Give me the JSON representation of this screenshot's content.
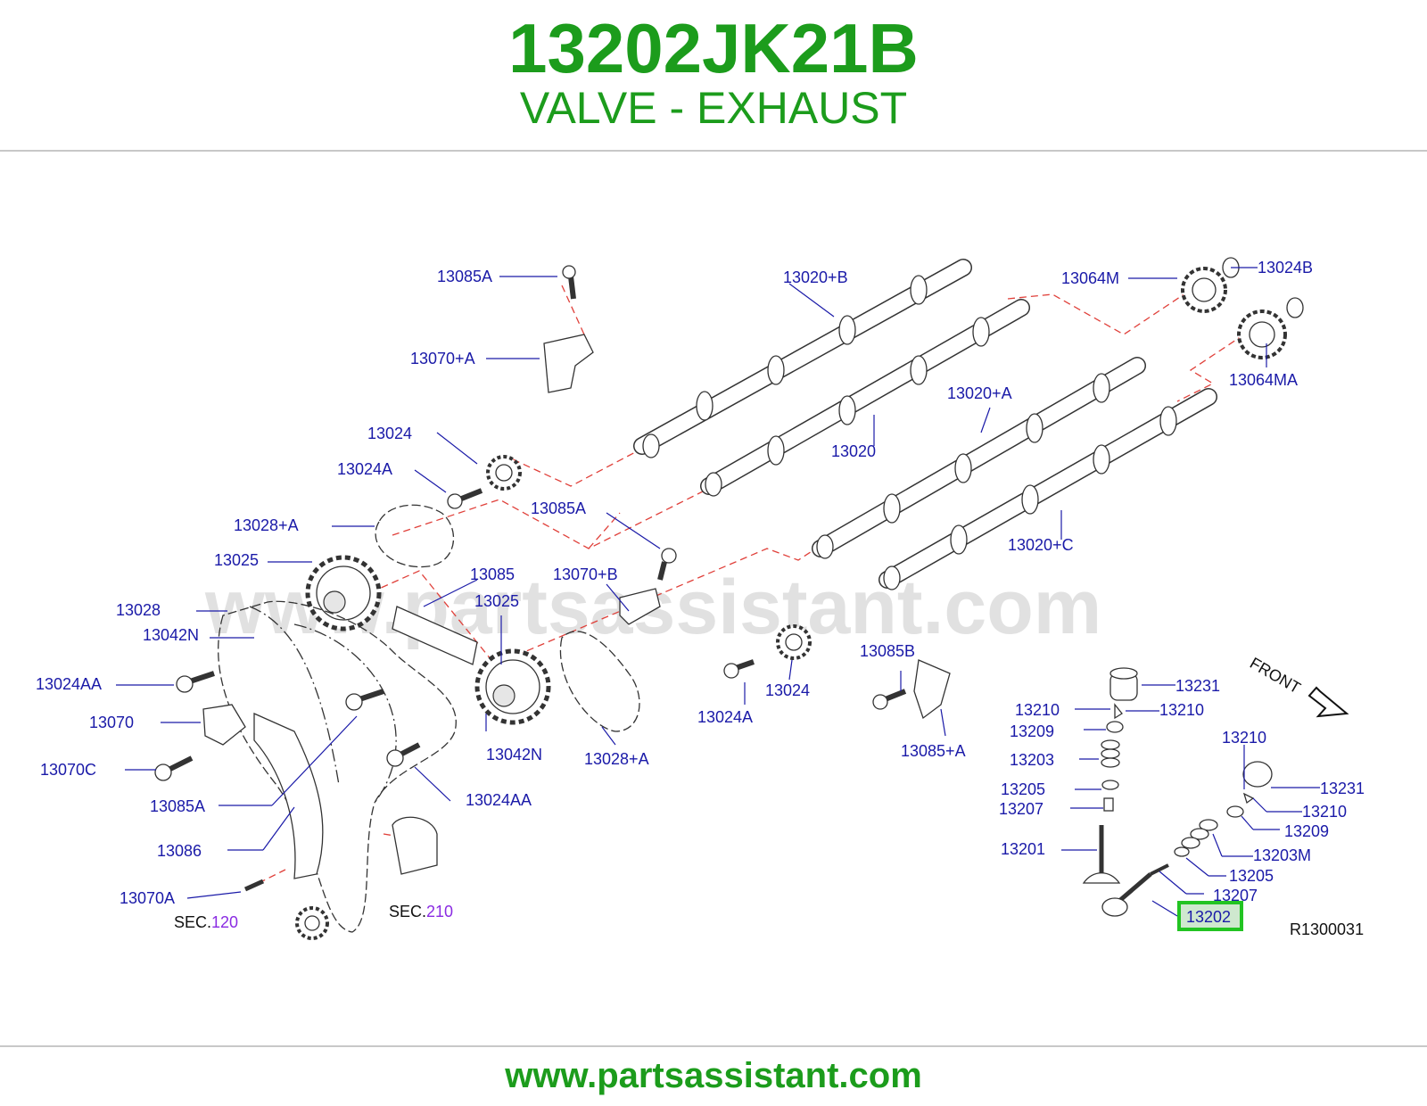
{
  "header": {
    "part_number": "13202JK21B",
    "description": "VALVE - EXHAUST"
  },
  "footer": {
    "url": "www.partsassistant.com"
  },
  "diagram": {
    "watermark": "www.partsassistant.com",
    "figure_id": "R1300031",
    "front_label": "FRONT",
    "highlighted_part": "13202",
    "sec_labels": [
      {
        "prefix": "SEC.",
        "number": "120"
      },
      {
        "prefix": "SEC.",
        "number": "210"
      }
    ],
    "part_labels": {
      "p13085A_top": "13085A",
      "p13070A_plus": "13070+A",
      "p13020B": "13020+B",
      "p13064M": "13064M",
      "p13024B": "13024B",
      "p13064MA": "13064MA",
      "p13024_top": "13024",
      "p13024A_top": "13024A",
      "p13020": "13020",
      "p13020A": "13020+A",
      "p13028A_top": "13028+A",
      "p13025_left": "13025",
      "p13085A_mid": "13085A",
      "p13085": "13085",
      "p13070B": "13070+B",
      "p13025_mid": "13025",
      "p13020C": "13020+C",
      "p13028": "13028",
      "p13042N_left": "13042N",
      "p13024AA_left": "13024AA",
      "p13070": "13070",
      "p13070C": "13070C",
      "p13085A_left": "13085A",
      "p13086": "13086",
      "p13070A": "13070A",
      "p13042N_mid": "13042N",
      "p13028A_mid": "13028+A",
      "p13024AA_mid": "13024AA",
      "p13024A_mid": "13024A",
      "p13024_mid": "13024",
      "p13085B": "13085B",
      "p13085A_plus": "13085+A",
      "p13231_a": "13231",
      "p13210_a": "13210",
      "p13210_b": "13210",
      "p13209_a": "13209",
      "p13203": "13203",
      "p13205_a": "13205",
      "p13207_a": "13207",
      "p13201": "13201",
      "p13210_c": "13210",
      "p13231_b": "13231",
      "p13210_d": "13210",
      "p13209_b": "13209",
      "p13203M": "13203M",
      "p13205_b": "13205",
      "p13207_b": "13207",
      "p13202": "13202"
    }
  }
}
